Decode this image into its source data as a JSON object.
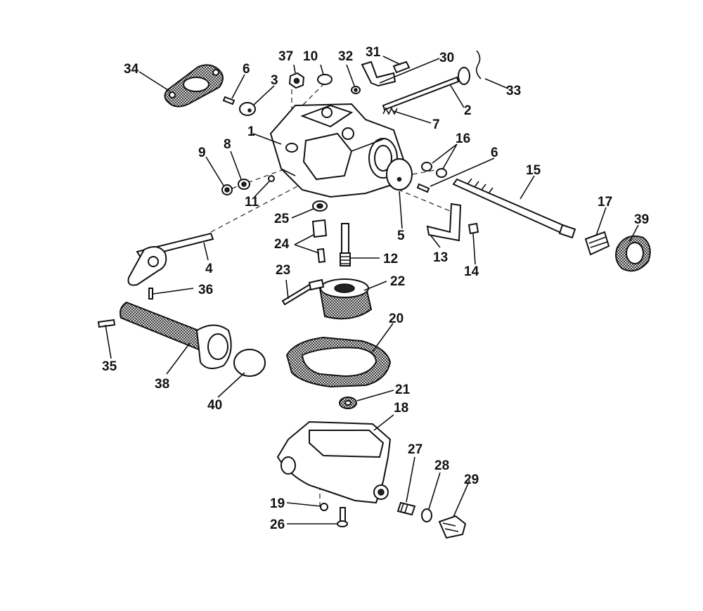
{
  "diagram": {
    "description_labels": [
      "1",
      "2",
      "3",
      "4",
      "5",
      "6",
      "6",
      "7",
      "8",
      "9",
      "10",
      "11",
      "12",
      "13",
      "14",
      "15",
      "16",
      "17",
      "18",
      "19",
      "20",
      "21",
      "22",
      "23",
      "24",
      "25",
      "26",
      "27",
      "28",
      "29",
      "30",
      "31",
      "32",
      "33",
      "34",
      "35",
      "36",
      "37",
      "38",
      "39",
      "40"
    ]
  },
  "callouts": {
    "c1": "1",
    "c2": "2",
    "c3": "3",
    "c4": "4",
    "c5": "5",
    "c6a": "6",
    "c6b": "6",
    "c7": "7",
    "c8": "8",
    "c9": "9",
    "c10": "10",
    "c11": "11",
    "c12": "12",
    "c13": "13",
    "c14": "14",
    "c15": "15",
    "c16": "16",
    "c17": "17",
    "c18": "18",
    "c19": "19",
    "c20": "20",
    "c21": "21",
    "c22": "22",
    "c23": "23",
    "c24": "24",
    "c25": "25",
    "c26": "26",
    "c27": "27",
    "c28": "28",
    "c29": "29",
    "c30": "30",
    "c31": "31",
    "c32": "32",
    "c33": "33",
    "c34": "34",
    "c35": "35",
    "c36": "36",
    "c37": "37",
    "c38": "38",
    "c39": "39",
    "c40": "40"
  }
}
